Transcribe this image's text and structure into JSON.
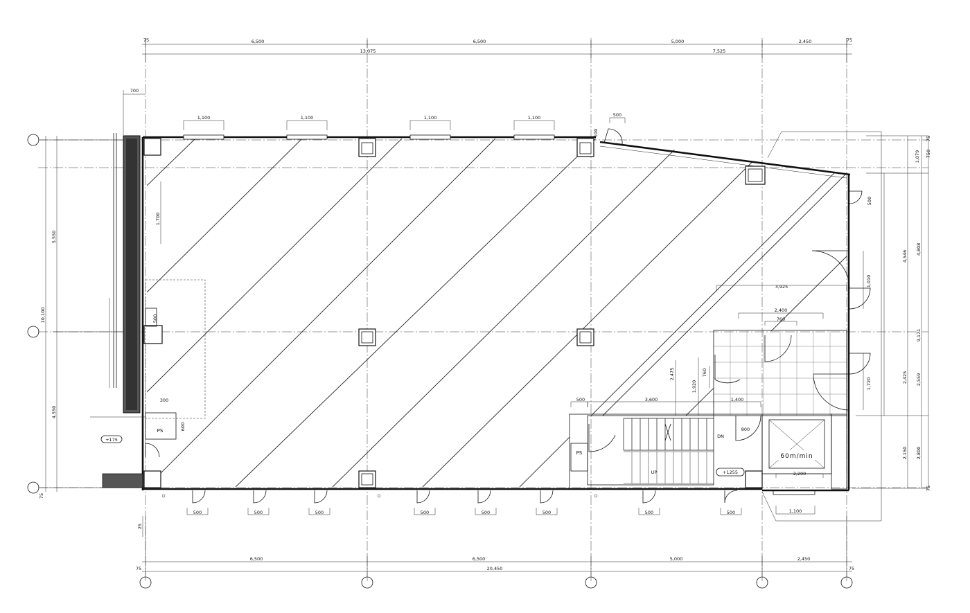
{
  "plan": {
    "top_dims": {
      "spans": [
        "6,500",
        "6,500",
        "5,000",
        "2,450"
      ],
      "subtotals": [
        "13,075",
        "7,525"
      ],
      "end_marks": [
        "75",
        "75"
      ]
    },
    "bottom_dims": {
      "spans": [
        "6,500",
        "6,500",
        "5,000",
        "2,450"
      ],
      "total": "20,450",
      "end_marks": [
        "75",
        "75"
      ]
    },
    "left_dims": {
      "total": "10,100",
      "upper": "5,550",
      "lower": "4,550",
      "top_offset": "700",
      "end_mark": "75"
    },
    "right_dims": [
      "1,079",
      "750",
      "4,546",
      "4,808",
      "9,171",
      "2,425",
      "2,559",
      "2,150",
      "2,800",
      "75",
      "75"
    ],
    "window_widths": [
      "1,100",
      "1,100",
      "1,100",
      "1,100"
    ],
    "door_widths_bottom": [
      "500",
      "500",
      "500",
      "500",
      "500",
      "500",
      "500",
      "500"
    ],
    "misc_dims": [
      "500",
      "1,700",
      "500",
      "300",
      "600",
      "1,010",
      "1,720",
      "3,925",
      "2,400",
      "760",
      "760",
      "1,920",
      "2,475",
      "500",
      "3,600",
      "1,400",
      "800",
      "2,200",
      "1,100",
      "25",
      "500",
      "100"
    ],
    "labels": {
      "ps_left": "PS",
      "ps_stair": "PS",
      "level_left": "+175",
      "level_right": "+1255",
      "stair_down": "DN",
      "stair_up": "UP",
      "elevator_speed": "60m/min"
    }
  }
}
